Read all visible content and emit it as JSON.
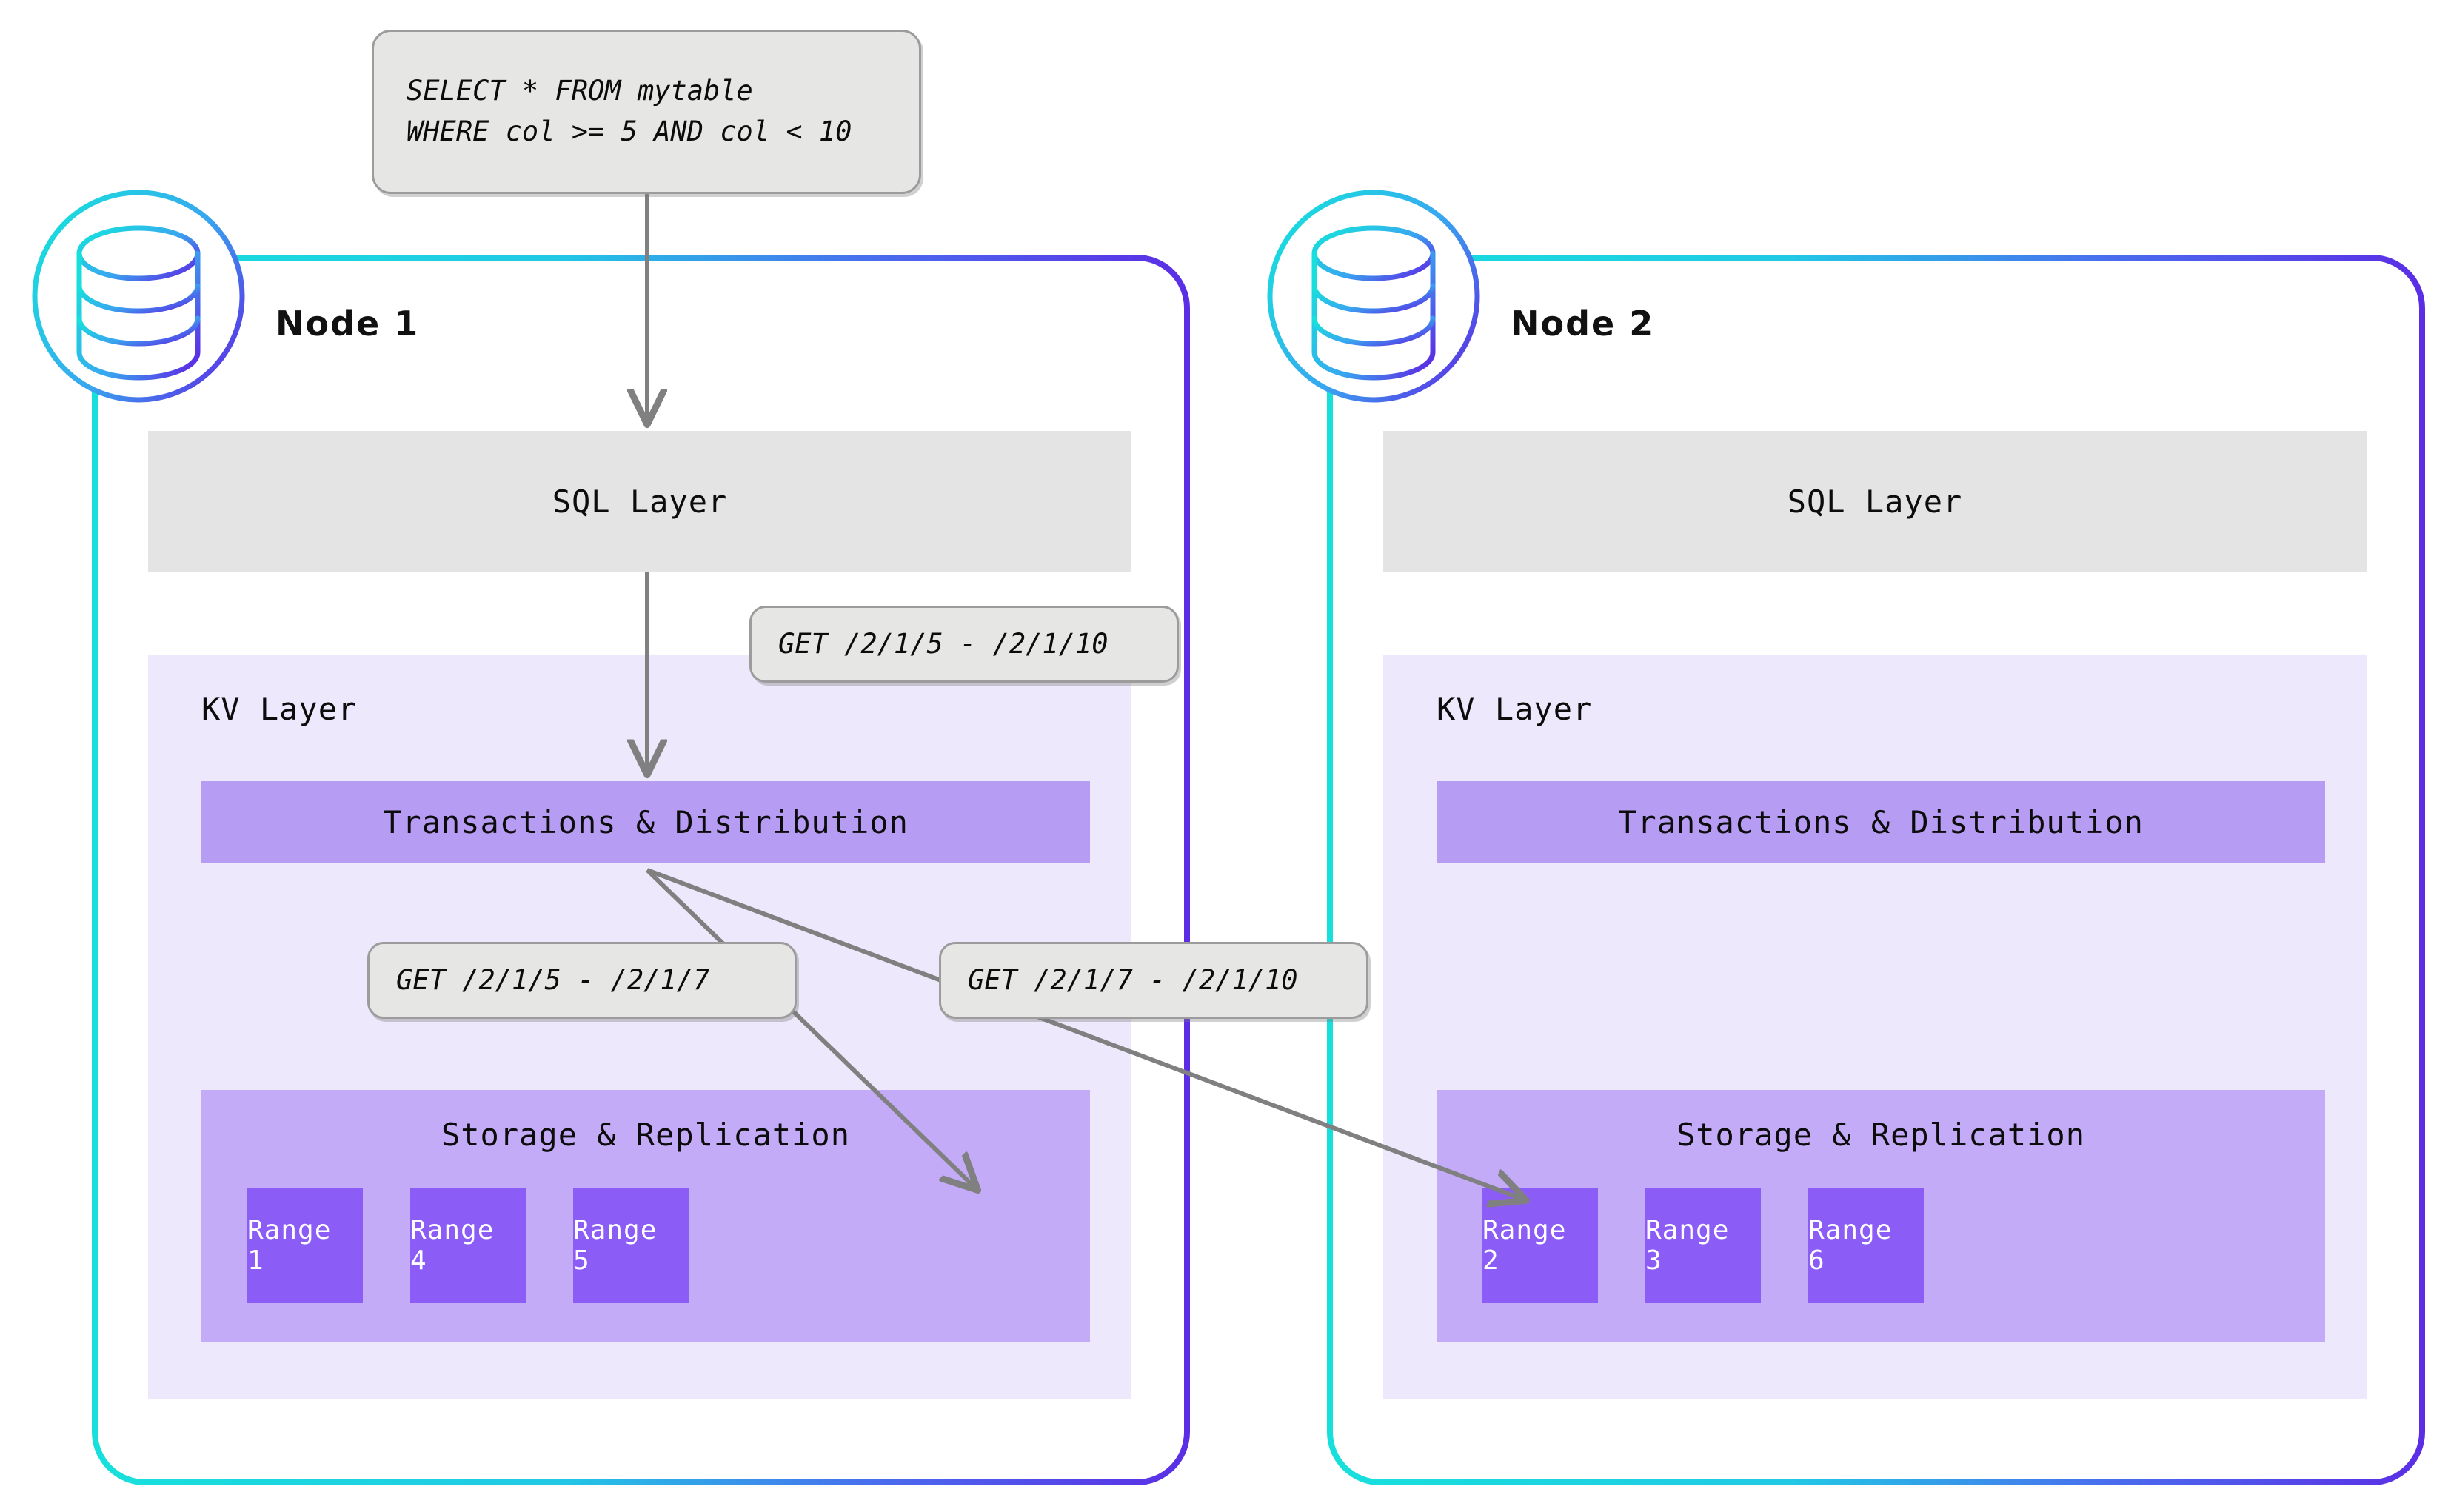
{
  "diagram": {
    "title": "CockroachDB distributed query execution across nodes",
    "colors": {
      "gradient_start": "#17E0DC",
      "gradient_end": "#5B2EE5",
      "sql_layer_bg": "#E4E4E4",
      "kv_layer_bg": "#EDE8FB",
      "txn_bar_bg": "#B79CF3",
      "storage_bg": "#C4ABF7",
      "range_bg": "#8B5CF6",
      "callout_bg": "#E6E6E4",
      "callout_border": "#9C9C9C",
      "arrow_color": "#808080",
      "text_color": "#0C0C0C",
      "range_text_color": "#FFFFFF",
      "page_bg": "#FFFFFF"
    }
  },
  "query_callout": {
    "line1": "SELECT * FROM mytable",
    "line2": "WHERE col >= 5 AND col < 10"
  },
  "callouts": {
    "kv_request": "GET /2/1/5 - /2/1/10",
    "range_request_left": "GET /2/1/5 - /2/1/7",
    "range_request_right": "GET /2/1/7 - /2/1/10"
  },
  "nodes": [
    {
      "id": "node-1",
      "title": "Node 1",
      "icon": "database-cylinder-icon",
      "sql_layer": {
        "label": "SQL Layer"
      },
      "kv_layer": {
        "label": "KV Layer",
        "transactions": {
          "label": "Transactions & Distribution"
        },
        "storage": {
          "label": "Storage & Replication",
          "ranges": [
            {
              "label": "Range 1"
            },
            {
              "label": "Range 4"
            },
            {
              "label": "Range 5"
            }
          ]
        }
      }
    },
    {
      "id": "node-2",
      "title": "Node 2",
      "icon": "database-cylinder-icon",
      "sql_layer": {
        "label": "SQL Layer"
      },
      "kv_layer": {
        "label": "KV Layer",
        "transactions": {
          "label": "Transactions & Distribution"
        },
        "storage": {
          "label": "Storage & Replication",
          "ranges": [
            {
              "label": "Range 2"
            },
            {
              "label": "Range 3"
            },
            {
              "label": "Range 6"
            }
          ]
        }
      }
    }
  ]
}
